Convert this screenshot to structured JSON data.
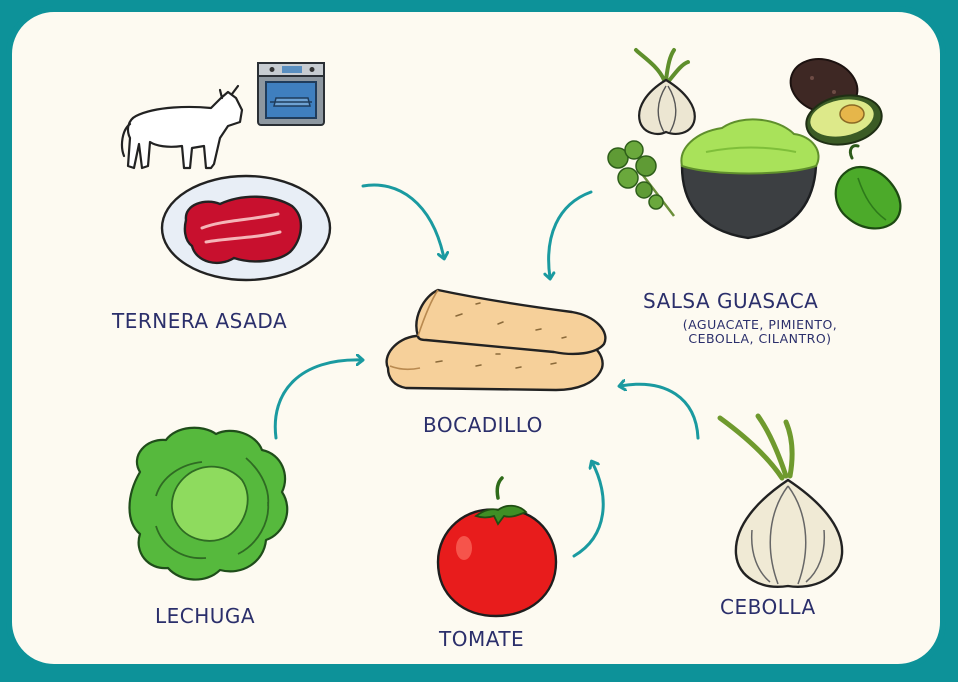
{
  "center": {
    "label": "BOCADILLO"
  },
  "ingredients": {
    "ternera": {
      "label": "TERNERA ASADA"
    },
    "salsa": {
      "label": "SALSA GUASACA",
      "detail_line1": "(AGUACATE, PIMIENTO,",
      "detail_line2": "CEBOLLA, CILANTRO)"
    },
    "lechuga": {
      "label": "LECHUGA"
    },
    "tomate": {
      "label": "TOMATE"
    },
    "cebolla": {
      "label": "CEBOLLA"
    }
  },
  "colors": {
    "frame": "#0d9299",
    "background": "#fdfaf1",
    "label_text": "#2b2f6b",
    "arrow": "#1a9aa0"
  },
  "icons": [
    "cow-icon",
    "oven-icon",
    "steak-plate-icon",
    "onion-icon",
    "potato-icon",
    "avocado-icon",
    "cilantro-icon",
    "guacamole-bowl-icon",
    "green-pepper-icon",
    "bread-icon",
    "lettuce-icon",
    "tomato-icon"
  ]
}
